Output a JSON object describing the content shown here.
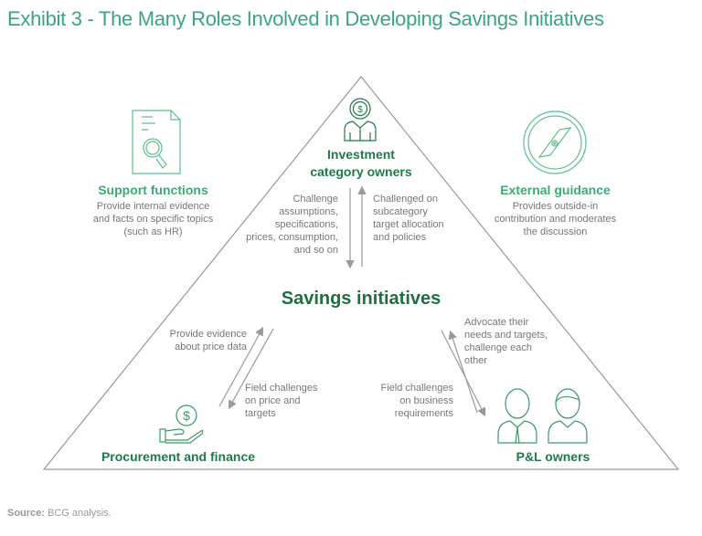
{
  "title": "Exhibit 3 - The Many Roles Involved in Developing Savings Initiatives",
  "center": "Savings initiatives",
  "roles": {
    "investment": {
      "name": "Investment category owners",
      "line1": "Investment",
      "line2": "category owners",
      "icon": "person-with-dollar-icon"
    },
    "support": {
      "name": "Support functions",
      "desc": [
        "Provide internal evidence",
        "and facts on specific topics",
        "(such as HR)"
      ],
      "icon": "document-search-icon"
    },
    "external": {
      "name": "External guidance",
      "desc": [
        "Provides outside-in",
        "contribution and moderates",
        "the discussion"
      ],
      "icon": "compass-icon"
    },
    "procurement": {
      "name": "Procurement and finance",
      "icon": "hand-dollar-icon"
    },
    "pl": {
      "name": "P&L owners",
      "icon": "two-people-icon"
    }
  },
  "flows": {
    "investment_down": [
      "Challenge",
      "assumptions,",
      "specifications,",
      "prices, consumption,",
      "and so on"
    ],
    "investment_up": [
      "Challenged on",
      "subcategory",
      "target allocation",
      "and policies"
    ],
    "procurement_up": [
      "Provide evidence",
      "about price data"
    ],
    "procurement_down": [
      "Field challenges",
      "on price and",
      "targets"
    ],
    "pl_up": [
      "Advocate their",
      "needs and targets,",
      "challenge each",
      "other"
    ],
    "pl_down": [
      "Field challenges",
      "on business",
      "requirements"
    ]
  },
  "source": {
    "label": "Source:",
    "text": "BCG analysis."
  },
  "colors": {
    "title": "#3aa67d",
    "dark_green": "#1f7a4a",
    "light_green": "#3daa76",
    "gray": "#777777"
  }
}
